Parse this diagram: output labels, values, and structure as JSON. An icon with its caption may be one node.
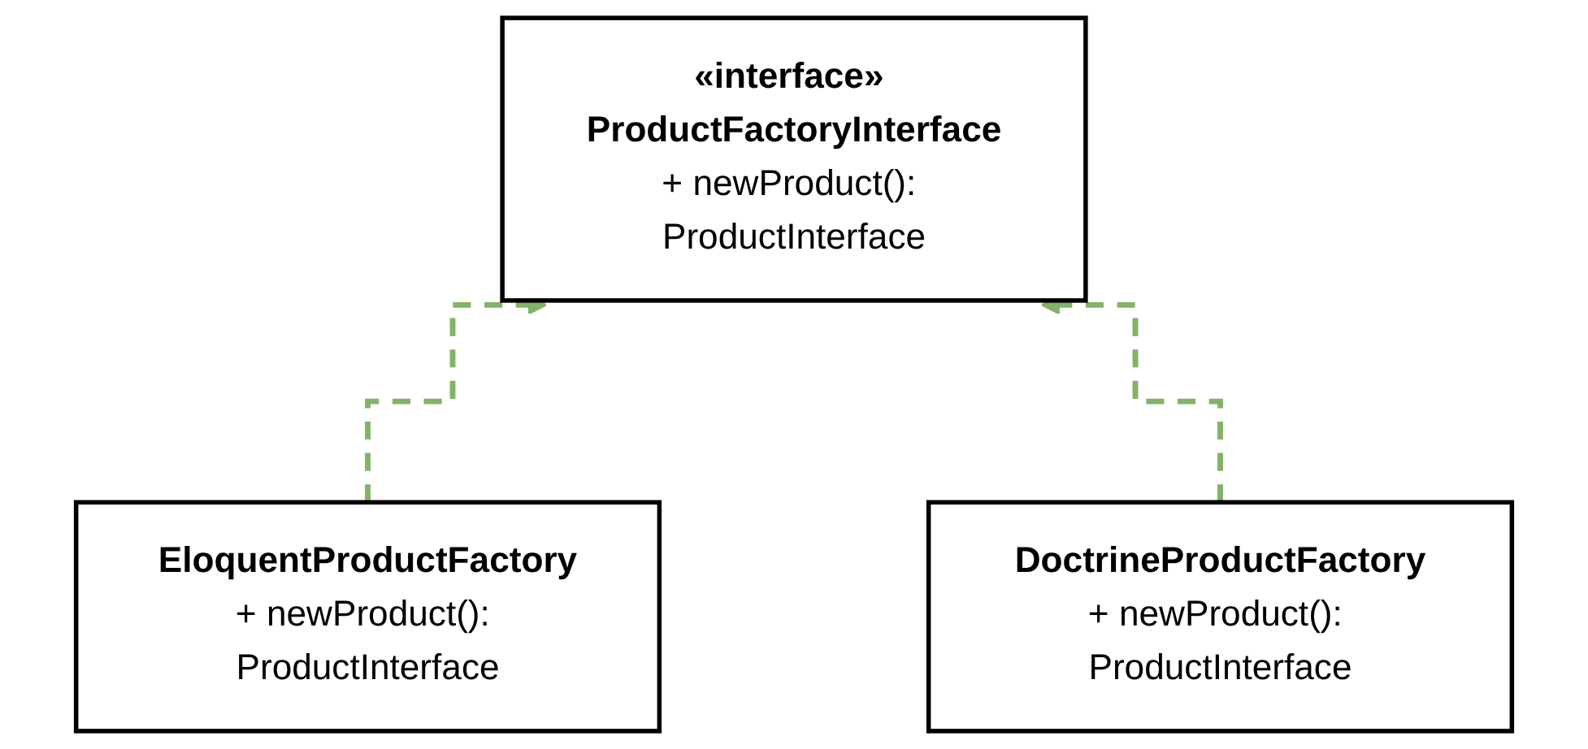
{
  "diagram": {
    "nodes": [
      {
        "text": [
          "«interface» ProductFactoryInterface",
          "+ newProduct(): ProductInterface"
        ]
      },
      {
        "text": [
          "EloquentProductFactory",
          "+ newProduct(): ProductInterface"
        ]
      },
      {
        "text": [
          "DoctrineProductFactory",
          "+ newProduct(): ProductInterface"
        ]
      }
    ],
    "edges": [
      {
        "from": 1,
        "to": 0,
        "arrow": "to",
        "style": "dashed",
        "color": "#82b366"
      },
      {
        "from": 2,
        "to": 0,
        "arrow": "to",
        "style": "dashed",
        "color": "#82b366"
      }
    ]
  }
}
